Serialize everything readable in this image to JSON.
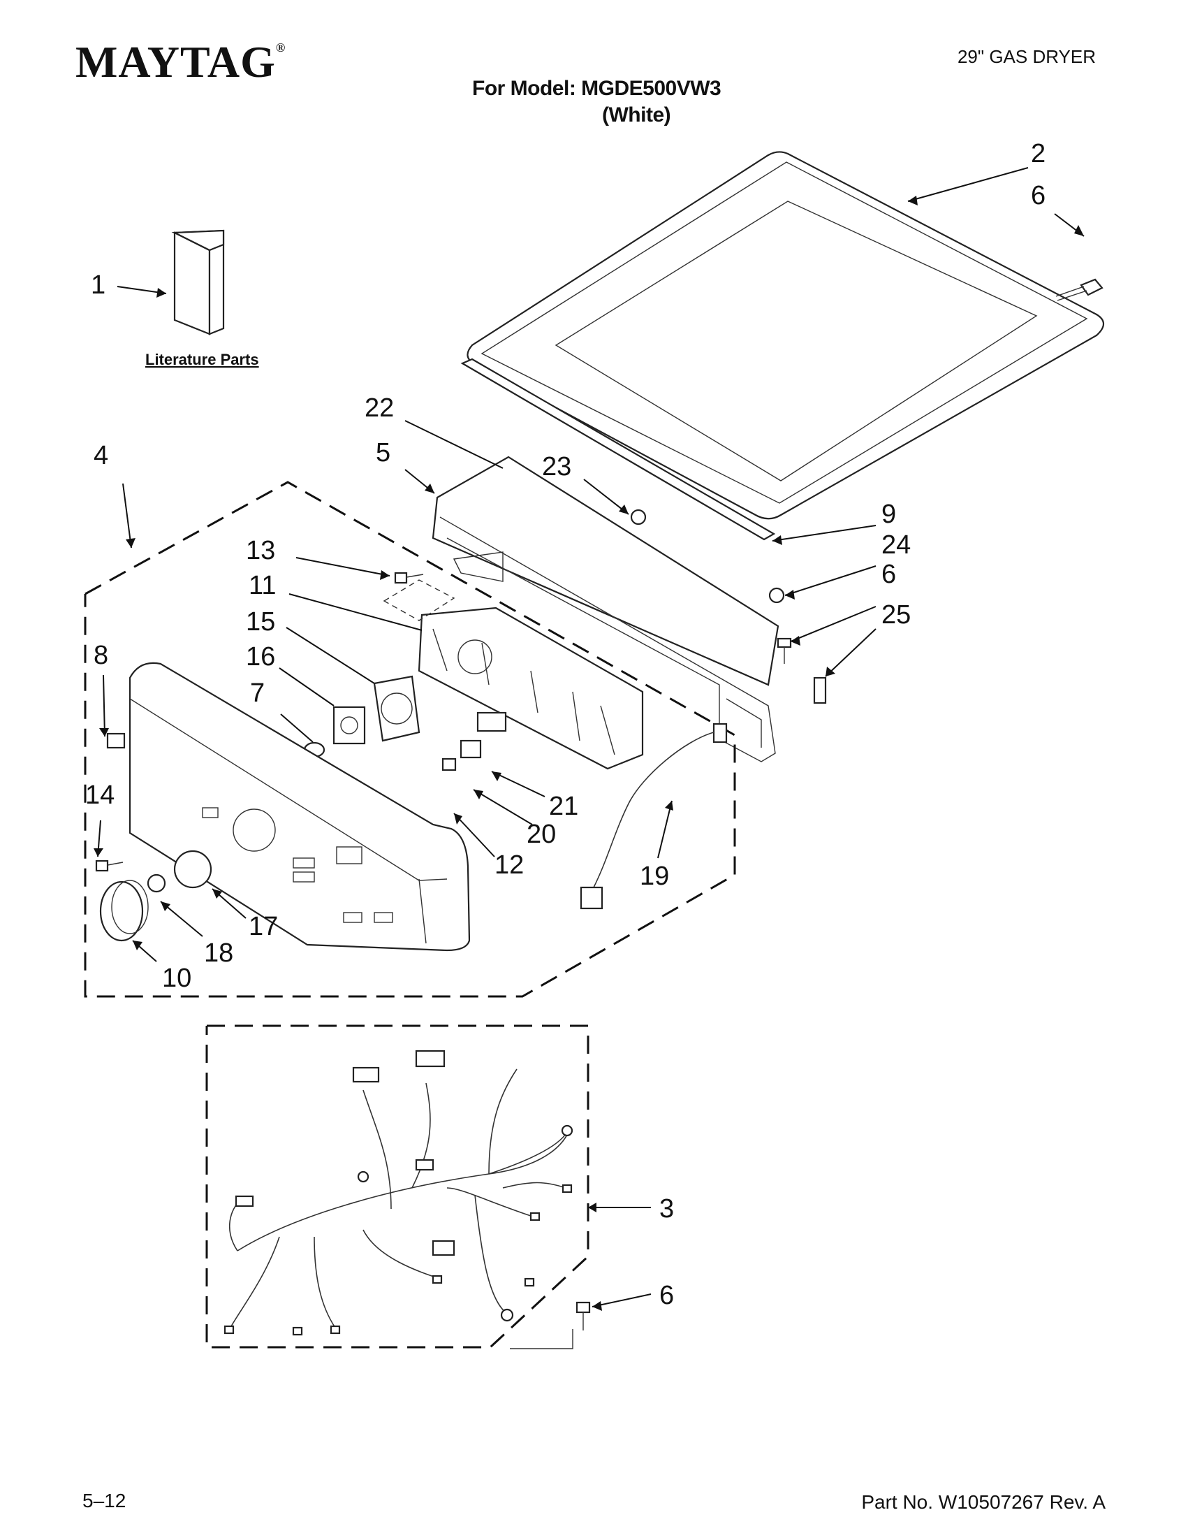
{
  "header": {
    "brand": "MAYTAG",
    "brand_mark": "®",
    "product": "29\" GAS DRYER",
    "model_line": "For Model: MGDE500VW3",
    "color_line": "(White)"
  },
  "literature_label": "Literature Parts",
  "callouts": [
    "1",
    "2",
    "6",
    "22",
    "5",
    "23",
    "4",
    "9",
    "24",
    "6",
    "25",
    "13",
    "11",
    "15",
    "8",
    "16",
    "7",
    "14",
    "21",
    "20",
    "12",
    "19",
    "17",
    "18",
    "10",
    "3",
    "6"
  ],
  "footer": {
    "page": "5–12",
    "part_number": "Part No. W10507267 Rev. A"
  }
}
